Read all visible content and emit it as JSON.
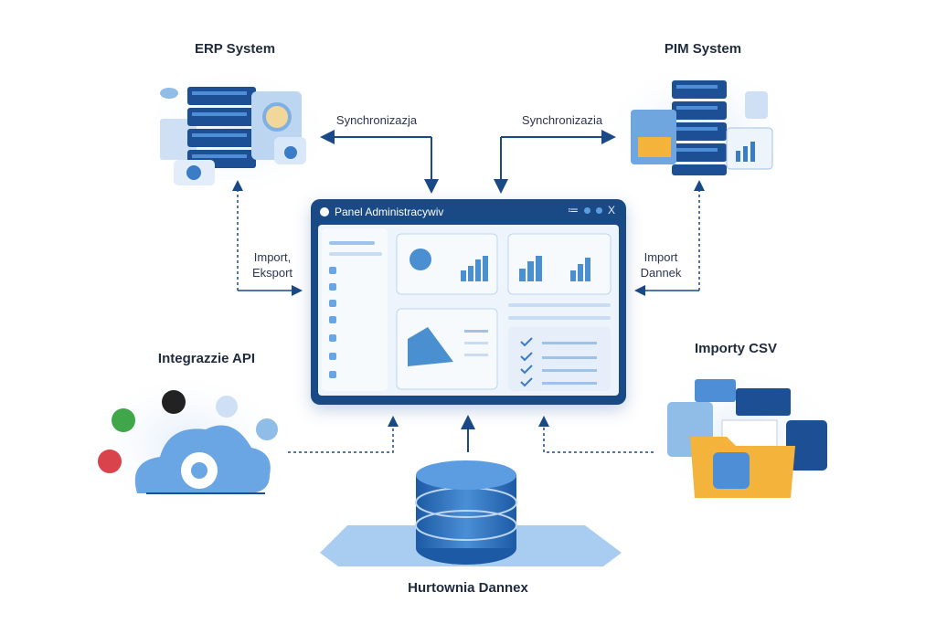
{
  "nodes": {
    "erp": "ERP System",
    "pim": "PIM System",
    "api": "Integrazzie API",
    "csv": "Importy CSV",
    "dwh": "Hurtownia Dannex"
  },
  "edges": {
    "sync_left": "Synchronizazja",
    "sync_right": "Synchronizazia",
    "import_export": [
      "Import,",
      "Eksport"
    ],
    "import_data": [
      "Import",
      "Dannek"
    ]
  },
  "panel": {
    "title": "Panel Administracywiv",
    "close": "X"
  },
  "colors": {
    "primary": "#1a4a86",
    "accent": "#4a90d0",
    "light": "#dbe9f7"
  }
}
